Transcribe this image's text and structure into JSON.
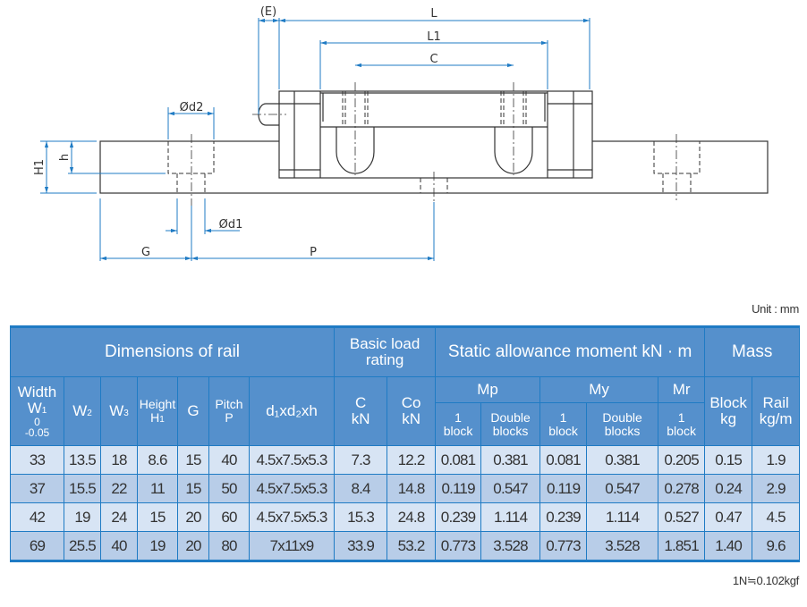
{
  "drawing": {
    "labels": {
      "E": "(E)",
      "L": "L",
      "L1": "L1",
      "C": "C",
      "d2": "Ød2",
      "d1": "Ød1",
      "H1": "H1",
      "h": "h",
      "G": "G",
      "P": "P"
    },
    "colors": {
      "line": "#333333",
      "dim": "#1f7bc4"
    }
  },
  "unit_label": "Unit : mm",
  "footnote": "1N≒0.102kgf",
  "table": {
    "group_headers": {
      "dimensions": "Dimensions of rail",
      "load_line1": "Basic load",
      "load_line2": "rating",
      "moment": "Static allowance moment kN · m",
      "mass": "Mass"
    },
    "col_headers": {
      "width": "Width",
      "w1": "W",
      "w1_sub": "1",
      "w1_tol_upper": "0",
      "w1_tol_lower": "-0.05",
      "w2": "W",
      "w2_sub": "2",
      "w3": "W",
      "w3_sub": "3",
      "height": "Height",
      "h1": "H",
      "h1_sub": "1",
      "g": "G",
      "pitch": "Pitch",
      "p": "P",
      "dxh": "d₁xd₂xh",
      "c": "C",
      "c_unit": "kN",
      "co": "Co",
      "co_unit": "kN",
      "mp": "Mp",
      "my": "My",
      "mr": "Mr",
      "one": "1",
      "block": "block",
      "double": "Double",
      "blocks": "blocks",
      "block_mass": "Block",
      "block_mass_unit": "kg",
      "rail_mass": "Rail",
      "rail_mass_unit": "kg/m"
    },
    "rows": [
      [
        "33",
        "13.5",
        "18",
        "8.6",
        "15",
        "40",
        "4.5x7.5x5.3",
        "7.3",
        "12.2",
        "0.081",
        "0.381",
        "0.081",
        "0.381",
        "0.205",
        "0.15",
        "1.9"
      ],
      [
        "37",
        "15.5",
        "22",
        "11",
        "15",
        "50",
        "4.5x7.5x5.3",
        "8.4",
        "14.8",
        "0.119",
        "0.547",
        "0.119",
        "0.547",
        "0.278",
        "0.24",
        "2.9"
      ],
      [
        "42",
        "19",
        "24",
        "15",
        "20",
        "60",
        "4.5x7.5x5.3",
        "15.3",
        "24.8",
        "0.239",
        "1.114",
        "0.239",
        "1.114",
        "0.527",
        "0.47",
        "4.5"
      ],
      [
        "69",
        "25.5",
        "40",
        "19",
        "20",
        "80",
        "7x11x9",
        "33.9",
        "53.2",
        "0.773",
        "3.528",
        "0.773",
        "3.528",
        "1.851",
        "1.40",
        "9.6"
      ]
    ],
    "colors": {
      "header_bg": "#5590cc",
      "border": "#1f7bc4",
      "row_light": "#d7e4f4",
      "row_dark": "#b8cde8"
    }
  }
}
